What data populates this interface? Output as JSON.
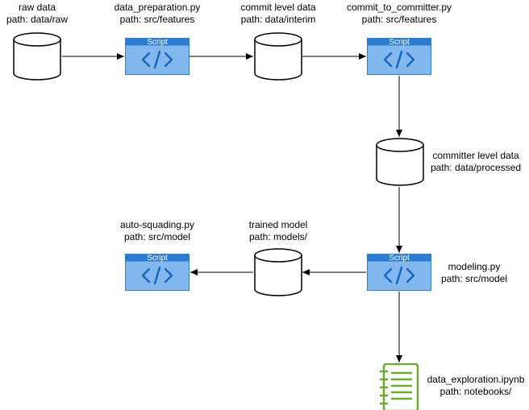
{
  "nodes": {
    "raw_data": {
      "title": "raw data",
      "path": "path: data/raw"
    },
    "data_preparation": {
      "title": "data_preparation.py",
      "path": "path: src/features",
      "badge": "Script"
    },
    "commit_level_data": {
      "title": "commit level data",
      "path": "path: data/interim"
    },
    "commit_to_committer": {
      "title": "commit_to_committer.py",
      "path": "path: src/features",
      "badge": "Script"
    },
    "committer_level_data": {
      "title": "committer level data",
      "path": "path: data/processed"
    },
    "modeling": {
      "title": "modeling.py",
      "path": "path: src/model",
      "badge": "Script"
    },
    "trained_model": {
      "title": "trained model",
      "path": "path: models/"
    },
    "auto_squading": {
      "title": "auto-squading.py",
      "path": "path: src/model",
      "badge": "Script"
    },
    "data_exploration": {
      "title": "data_exploration.ipynb",
      "path": "path: notebooks/"
    }
  },
  "icons": {
    "database": "database-icon",
    "script": "script-icon",
    "notebook": "notebook-icon"
  },
  "colors": {
    "script_header": "#2b7cd3",
    "script_body": "#83b8ee",
    "script_code": "#1565c0",
    "notebook": "#6aaa30",
    "line": "#000000"
  }
}
